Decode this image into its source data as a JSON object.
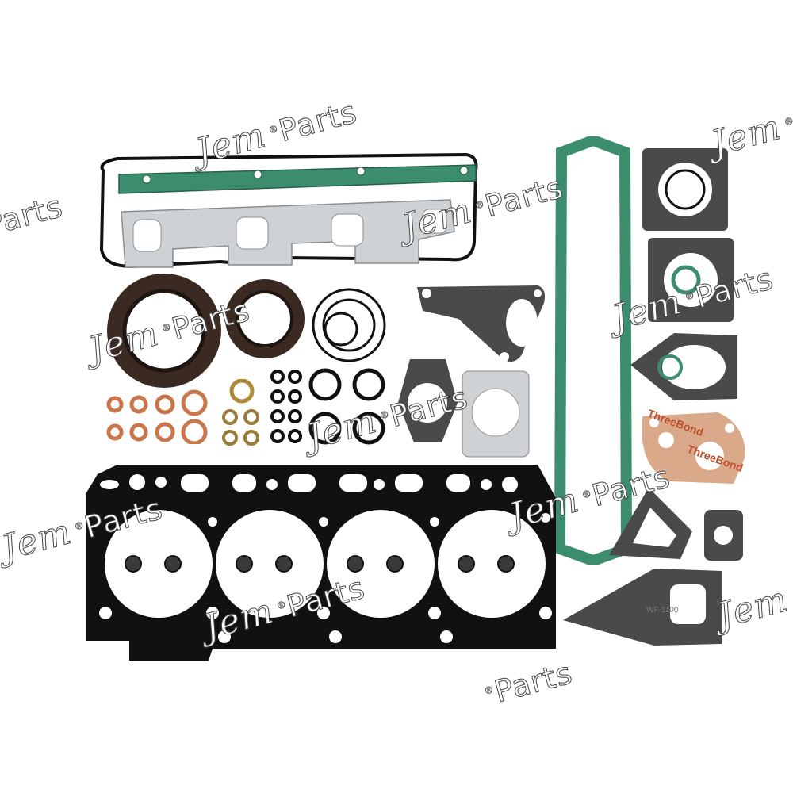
{
  "image": {
    "subject": "Engine overhaul gasket kit laid out on white background",
    "background_color": "#ffffff",
    "watermark": {
      "brand_mark": "Jem",
      "text": "Parts",
      "registered_symbol": "®"
    },
    "printed_labels": {
      "threebond": "ThreeBond",
      "gasket_print": "WF-1100"
    },
    "colors": {
      "green_gasket": "#3c8c6e",
      "black_gasket": "#111111",
      "dark_gray_gasket": "#4a4a4a",
      "copper_washer": "#c8764a",
      "brown_seal": "#3a2a22",
      "silver_gasket": "#cfd2d4",
      "threebond_paper": "#d9a98a"
    },
    "components": [
      {
        "name": "valve-cover-gasket",
        "color": "black"
      },
      {
        "name": "exhaust-manifold-gasket",
        "color": "green"
      },
      {
        "name": "intake-manifold-gasket",
        "color": "silver"
      },
      {
        "name": "crankshaft-oil-seals",
        "count": 2
      },
      {
        "name": "o-ring-set"
      },
      {
        "name": "copper-washers",
        "count": 10
      },
      {
        "name": "bonded-seal-washers",
        "count": 6
      },
      {
        "name": "cylinder-head-gasket",
        "cylinders": 4,
        "valve_stem_seals": 8
      },
      {
        "name": "side-cover-gasket",
        "color": "green"
      },
      {
        "name": "water-pump-gasket",
        "color": "gray"
      },
      {
        "name": "thermostat-gasket",
        "color": "gray"
      },
      {
        "name": "threebond-gasket",
        "color": "tan"
      }
    ]
  }
}
